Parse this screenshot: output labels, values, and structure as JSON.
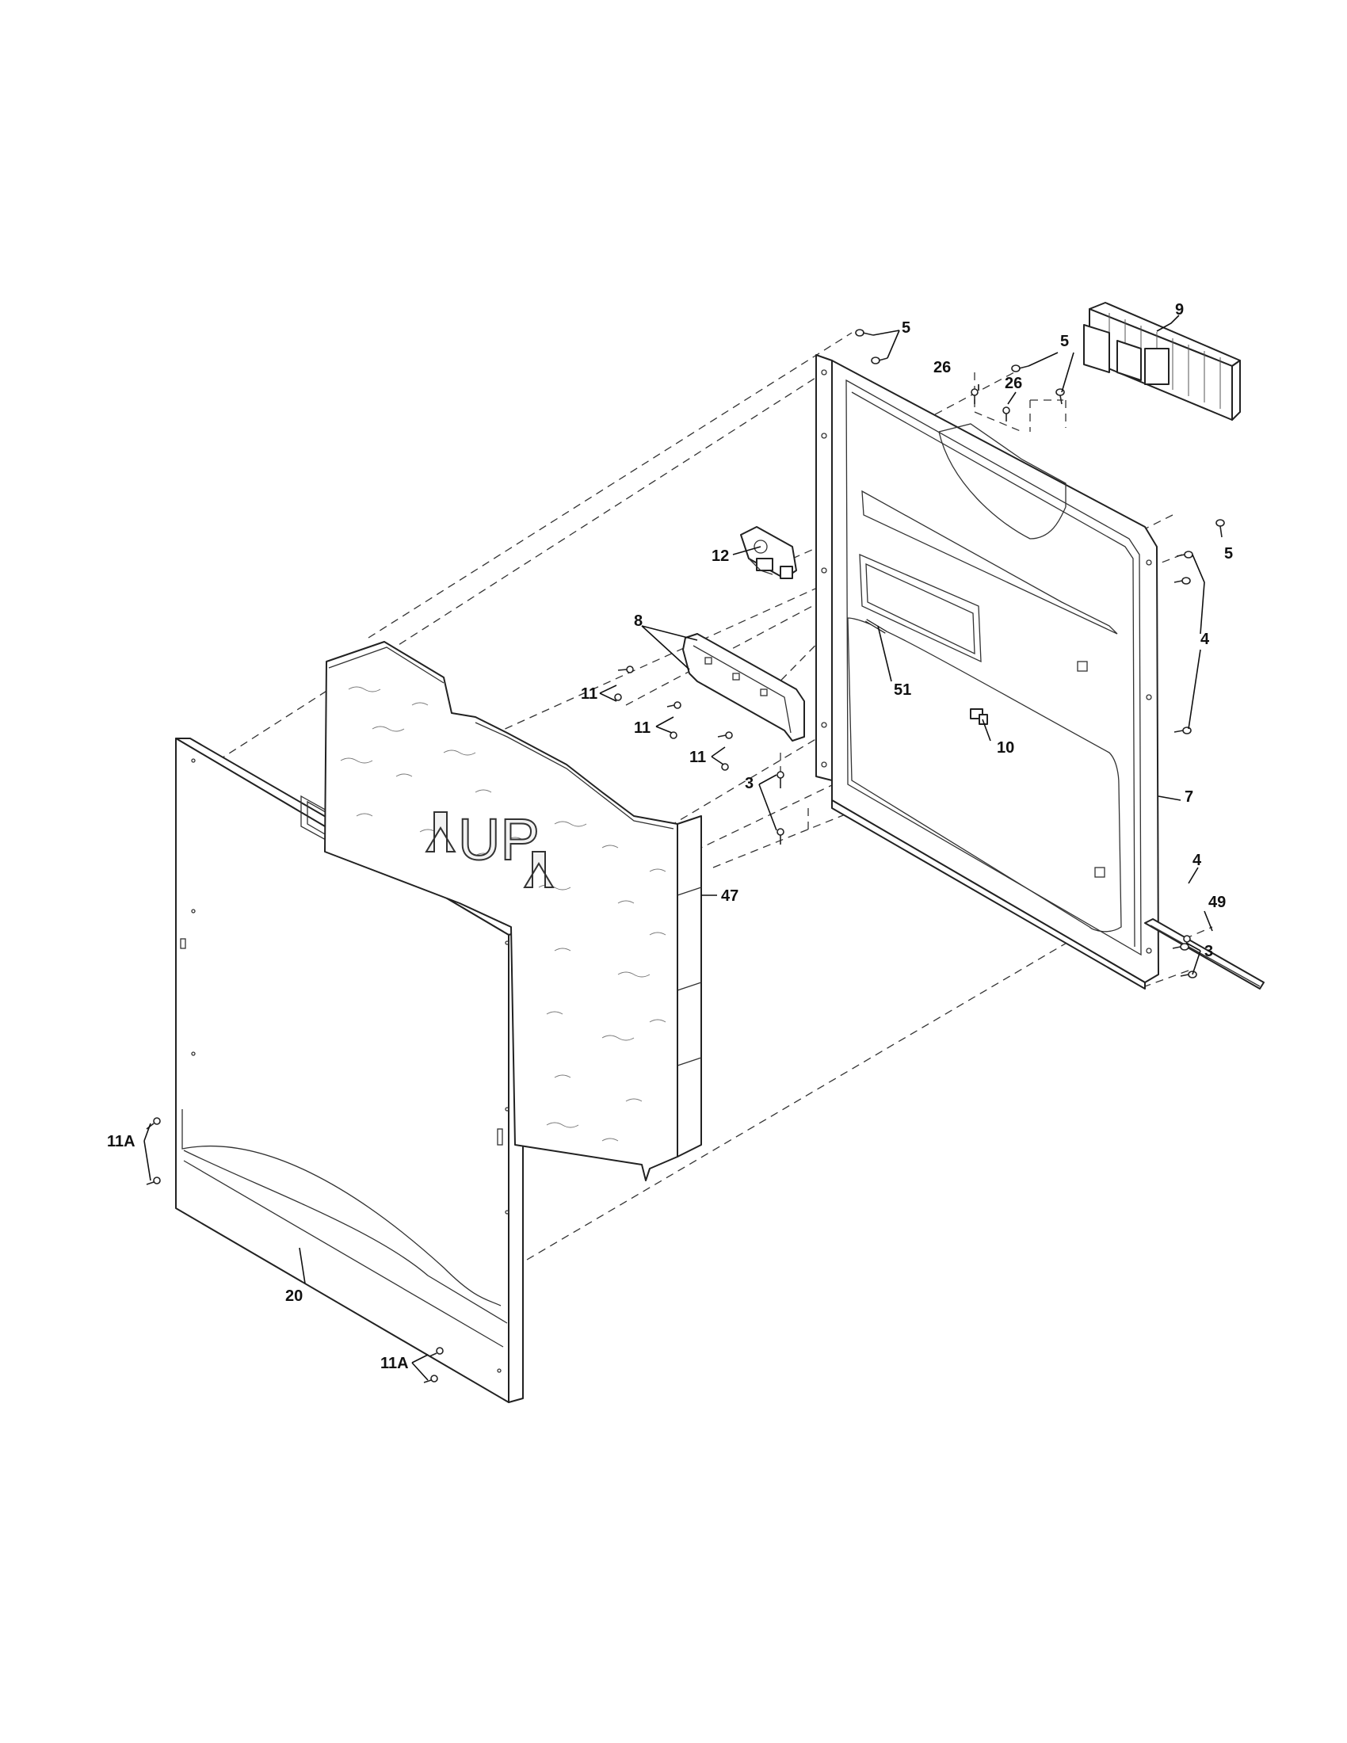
{
  "diagram": {
    "foam_marking": "UP",
    "callouts": {
      "c5a": "5",
      "c5b": "5",
      "c5c": "5",
      "c26a": "26",
      "c26b": "26",
      "c9": "9",
      "c12": "12",
      "c8": "8",
      "c11a": "11",
      "c11b": "11",
      "c11c": "11",
      "c51": "51",
      "c10": "10",
      "c4a": "4",
      "c4b": "4",
      "c3a": "3",
      "c3b": "3",
      "c7": "7",
      "c47": "47",
      "c49": "49",
      "c11Aa": "11A",
      "c11Ab": "11A",
      "c20": "20"
    }
  }
}
